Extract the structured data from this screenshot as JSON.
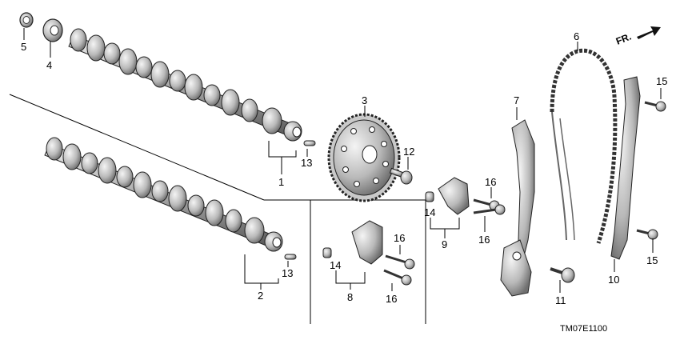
{
  "diagram": {
    "code": "TM07E1100",
    "front_marker": "FR.",
    "labels": {
      "p1": "1",
      "p2": "2",
      "p3": "3",
      "p4": "4",
      "p5": "5",
      "p6": "6",
      "p7": "7",
      "p8": "8",
      "p9": "9",
      "p10": "10",
      "p11": "11",
      "p12": "12",
      "p13a": "13",
      "p13b": "13",
      "p14a": "14",
      "p14b": "14",
      "p15a": "15",
      "p15b": "15",
      "p16a": "16",
      "p16b": "16",
      "p16c": "16",
      "p16d": "16"
    }
  }
}
